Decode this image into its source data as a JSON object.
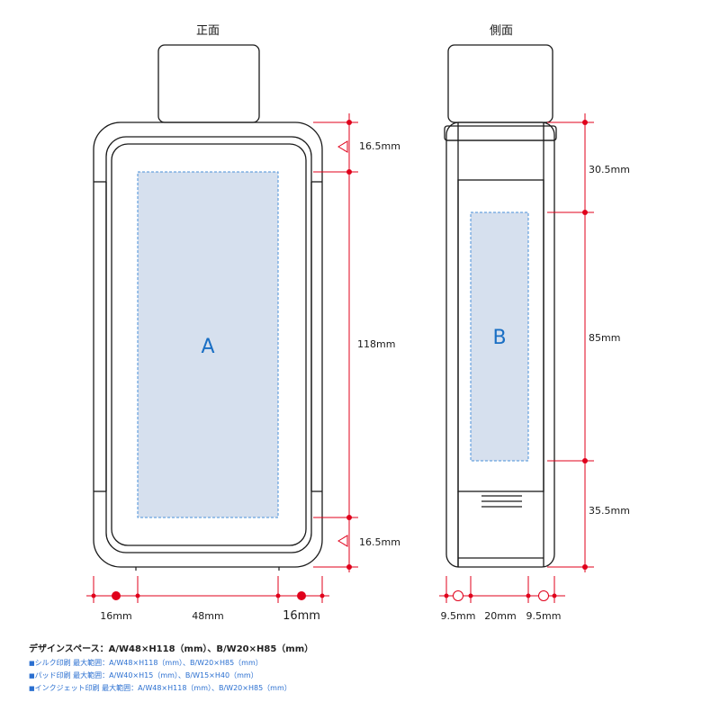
{
  "colors": {
    "outline": "#1a1a1a",
    "dimension": "#e0001b",
    "area_fill": "#d6e0ee",
    "area_border": "#4a90d9",
    "area_label": "#1a6fc4",
    "note_blue": "#2a6fd0"
  },
  "front": {
    "title": "正面",
    "area_label": "A",
    "dims": {
      "top": "16.5mm",
      "middle": "118mm",
      "bottom": "16.5mm",
      "left": "16mm",
      "center": "48mm",
      "right": "16mm"
    }
  },
  "side": {
    "title": "側面",
    "area_label": "B",
    "dims": {
      "top": "30.5mm",
      "middle": "85mm",
      "bottom": "35.5mm",
      "left": "9.5mm",
      "center": "20mm",
      "right": "9.5mm"
    }
  },
  "notes": {
    "design_space": "デザインスペース：A/W48×H118（mm）、B/W20×H85（mm）",
    "items": [
      {
        "marker": "■",
        "text": "シルク印刷 最大範囲：A/W48×H118（mm）、B/W20×H85（mm）"
      },
      {
        "marker": "■",
        "text": "パッド印刷 最大範囲：A/W40×H15（mm）、B/W15×H40（mm）"
      },
      {
        "marker": "■",
        "text": "インクジェット印刷 最大範囲：A/W48×H118（mm）、B/W20×H85（mm）"
      }
    ]
  }
}
